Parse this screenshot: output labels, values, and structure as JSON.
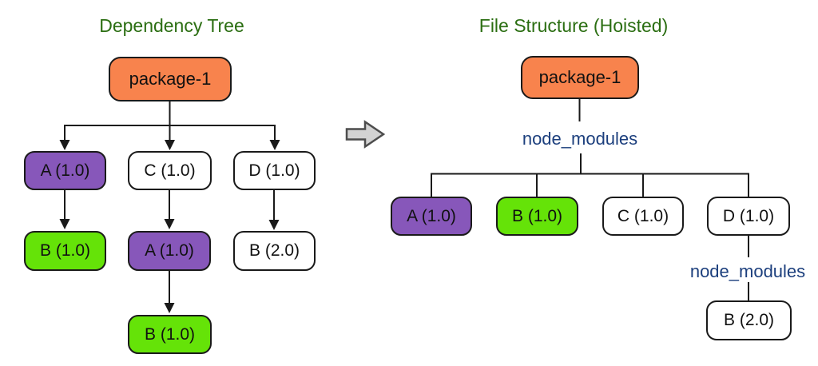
{
  "colors": {
    "node_orange": "#F8834D",
    "node_purple": "#8757BA",
    "node_green": "#65E308",
    "node_white": "#FFFFFF",
    "title_green": "#2B6E12",
    "folder_blue": "#1C3F7D",
    "line_black": "#1A1A1A",
    "transform_arrow_fill": "#D3D3D3",
    "transform_arrow_stroke": "#4D4D4D"
  },
  "left_panel": {
    "title": "Dependency Tree",
    "root": "package-1",
    "level1": [
      "A (1.0)",
      "C (1.0)",
      "D (1.0)"
    ],
    "level2": [
      "B (1.0)",
      "A (1.0)",
      "B (2.0)"
    ],
    "level3": [
      "B (1.0)"
    ]
  },
  "right_panel": {
    "title": "File Structure (Hoisted)",
    "root": "package-1",
    "folder_top": "node_modules",
    "children": [
      "A (1.0)",
      "B (1.0)",
      "C (1.0)",
      "D (1.0)"
    ],
    "folder_nested": "node_modules",
    "nested_child": "B (2.0)"
  }
}
